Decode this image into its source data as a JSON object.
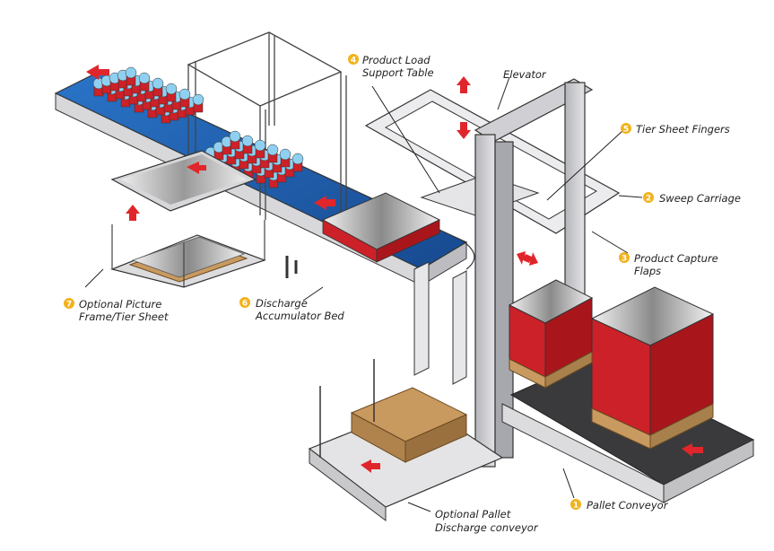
{
  "labels": {
    "pallet_conveyor": {
      "number": "1",
      "text": "Pallet Conveyor"
    },
    "sweep_carriage": {
      "number": "2",
      "text": "Sweep Carriage"
    },
    "product_capture_flaps": {
      "number": "3",
      "line1": "Product Capture",
      "line2": "Flaps"
    },
    "product_load_support_table": {
      "number": "4",
      "line1": "Product Load",
      "line2": "Support Table"
    },
    "tier_sheet_fingers": {
      "number": "5",
      "text": "Tier Sheet Fingers"
    },
    "discharge_accumulator_bed": {
      "number": "6",
      "line1": "Discharge",
      "line2": "Accumulator Bed"
    },
    "optional_picture_frame": {
      "number": "7",
      "line1": "Optional Picture",
      "line2": "Frame/Tier Sheet"
    },
    "elevator": {
      "text": "Elevator"
    },
    "optional_pallet_discharge": {
      "line1": "Optional Pallet",
      "line2": "Discharge conveyor"
    }
  },
  "colors": {
    "badge": "#f2b21c",
    "arrow": "#e0262b",
    "belt": "#1e5fb0",
    "frame": "#c9c9cc",
    "outline": "#333333",
    "wood": "#c99a60",
    "can_red": "#cc2128",
    "bottle_blue": "#8fd0f0"
  }
}
